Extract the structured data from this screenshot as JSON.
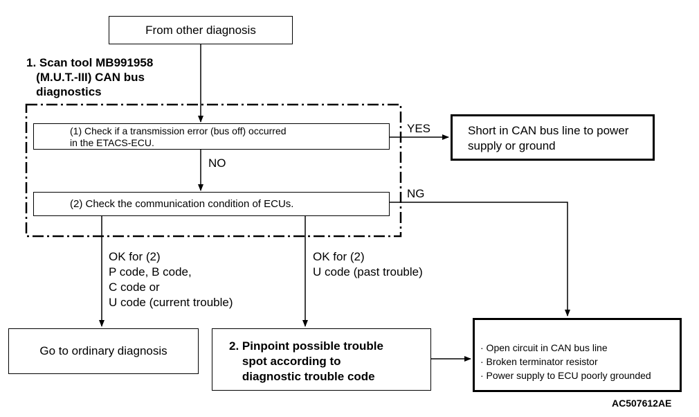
{
  "start_box": {
    "label": "From other diagnosis"
  },
  "section1": {
    "title": "1. Scan tool MB991958\n   (M.U.T.-III) CAN bus\n   diagnostics"
  },
  "check1": {
    "text": "(1) Check if a transmission error (bus off) occurred\nin the ETACS-ECU."
  },
  "check2": {
    "text": "(2) Check the communication condition of ECUs."
  },
  "labels": {
    "yes": "YES",
    "no": "NO",
    "ng": "NG",
    "ok_left": "OK for (2)\nP code, B code,\nC code or\nU code (current trouble)",
    "ok_mid": "OK for (2)\nU code (past trouble)"
  },
  "short_box": {
    "text": "Short in CAN bus line to power\nsupply or ground"
  },
  "ordinary_box": {
    "label": "Go to ordinary diagnosis"
  },
  "pinpoint_box": {
    "text": "2. Pinpoint possible trouble\n    spot according to\n    diagnostic trouble code"
  },
  "causes_box": {
    "items": [
      "· Open circuit in CAN bus line",
      "· Broken terminator resistor",
      "· Power supply to ECU poorly grounded"
    ]
  },
  "figure_id": "AC507612AE"
}
